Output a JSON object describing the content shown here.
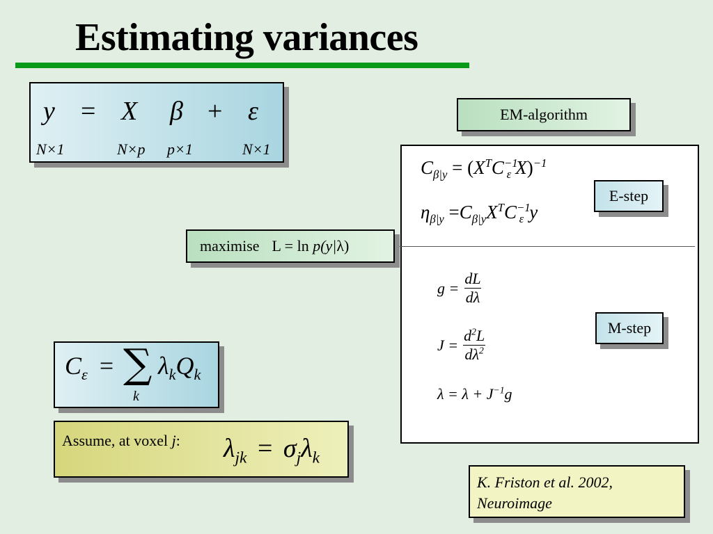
{
  "title": "Estimating variances",
  "colors": {
    "title_rule": "#0a9a1a",
    "shadow": "#8c8c8c"
  },
  "model": {
    "lhs": "y",
    "eq": "=",
    "design": "X",
    "beta": "β",
    "plus": "+",
    "err": "ε",
    "dim_y": "N×1",
    "dim_x": "N×p",
    "dim_beta": "p×1",
    "dim_err": "N×1"
  },
  "em_label": "EM-algorithm",
  "maximise": {
    "word": "maximise",
    "expr_pre": "L = ln ",
    "expr_func": "p(y|",
    "expr_lambda": "λ",
    "expr_close": ")"
  },
  "estep": {
    "label": "E-step",
    "eq1": {
      "C": "C",
      "sub": "β|y",
      "eq": "= (",
      "X": "X",
      "T": "T",
      "C2": "C",
      "Csub": "ε",
      "inv": "−1",
      "X2": "X",
      "close": ")",
      "inv2": "−1"
    },
    "eq2": {
      "eta": "η",
      "sub": "β|y",
      "eq": "=",
      "C": "C",
      "Csub": "β|y",
      "X": "X",
      "T": "T",
      "C2": "C",
      "C2sub": "ε",
      "inv": "−1",
      "y": "y"
    }
  },
  "mstep": {
    "label": "M-step",
    "g": {
      "lhs": "g =",
      "num": "dL",
      "den": "dλ"
    },
    "J": {
      "lhs": "J =",
      "num_d": "d",
      "num_sup": "2",
      "num_L": "L",
      "den_d": "dλ",
      "den_sup": "2"
    },
    "update": {
      "lhs": "λ = λ + J",
      "sup": "−1",
      "rhs": "g"
    }
  },
  "cov": {
    "C": "C",
    "sub": "ε",
    "eq": "=",
    "sum": "∑",
    "lambda": "λ",
    "lsub": "k",
    "Q": "Q",
    "qsub": "k",
    "below": "k"
  },
  "assume": {
    "text": "Assume, at voxel ",
    "voxel": "j",
    "colon": ":",
    "lambda": "λ",
    "lsub": "jk",
    "eq": "=",
    "sigma": "σ",
    "ssub": "j",
    "lambda2": "λ",
    "l2sub": "k"
  },
  "citation": {
    "line1": "K. Friston et al. 2002,",
    "line2": "Neuroimage"
  }
}
